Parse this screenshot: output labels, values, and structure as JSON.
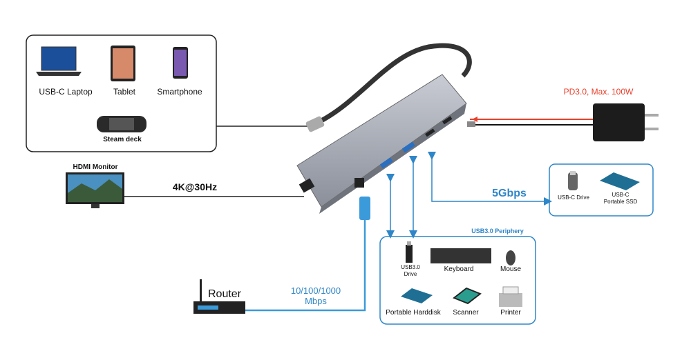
{
  "source_devices": {
    "items": [
      {
        "label": "USB-C Laptop"
      },
      {
        "label": "Tablet"
      },
      {
        "label": "Smartphone"
      },
      {
        "label": "Steam deck"
      }
    ]
  },
  "hdmi": {
    "device": "HDMI Monitor",
    "spec": "4K@30Hz"
  },
  "power": {
    "label": "PD3.0, Max. 100W",
    "color": "#e8402a"
  },
  "usbc_port": {
    "speed": "5Gbps",
    "devices": [
      {
        "label": "USB-C Drive"
      },
      {
        "label": "USB-C\nPortable SSD",
        "line1": "USB-C",
        "line2": "Portable SSD"
      }
    ]
  },
  "ethernet": {
    "device": "Router",
    "speed_line1": "10/100/1000",
    "speed_line2": "Mbps"
  },
  "usb3": {
    "title": "USB3.0 Periphery",
    "devices": [
      {
        "line1": "USB3.0",
        "line2": "Drive"
      },
      {
        "label": "Keyboard"
      },
      {
        "label": "Mouse"
      },
      {
        "label": "Portable Harddisk"
      },
      {
        "label": "Scanner"
      },
      {
        "label": "Printer"
      }
    ]
  },
  "colors": {
    "accent": "#2e86c8",
    "red": "#e8402a"
  }
}
